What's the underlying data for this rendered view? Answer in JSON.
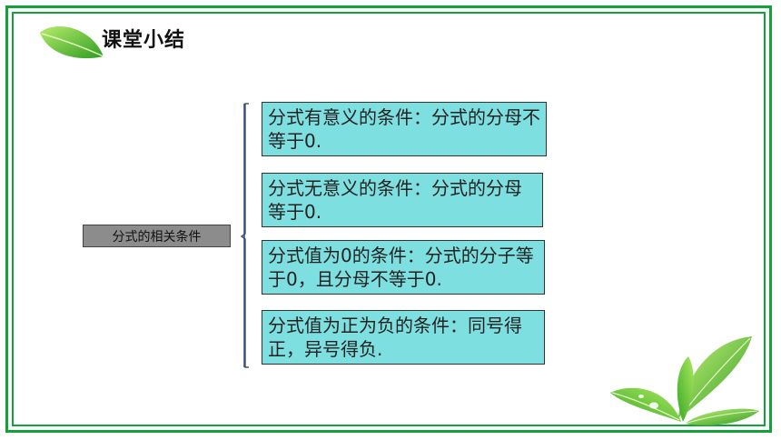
{
  "slide": {
    "title": "课堂小结",
    "main_label": "分式的相关条件",
    "conditions": [
      "分式有意义的条件：分式的分母不等于0.",
      "分式无意义的条件：分式的分母等于0.",
      "分式值为0的条件：分式的分子等于0，且分母不等于0.",
      "分式值为正为负的条件：同号得正，异号得负."
    ]
  },
  "colors": {
    "frame": "#12a23a",
    "condition_fill": "#7ddfe0",
    "main_box_fill": "#8c8c8c"
  },
  "icons": {
    "top_left": "leaf-icon",
    "bottom_right": "leaves-icon"
  }
}
